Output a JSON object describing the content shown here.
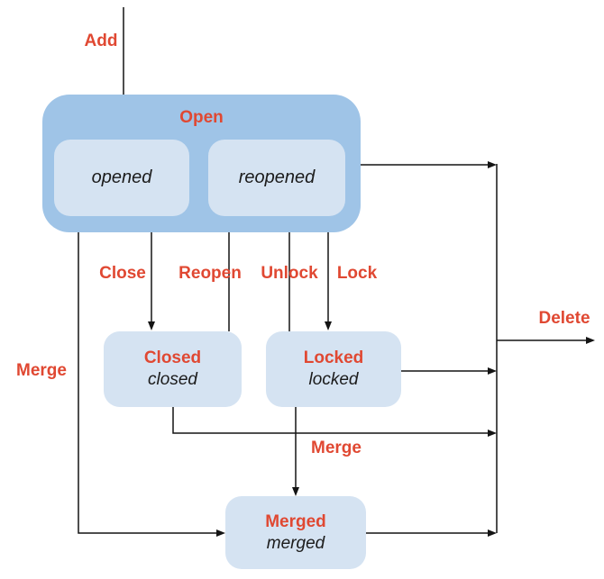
{
  "colors": {
    "group_fill": "#9FC4E7",
    "node_fill": "#D5E3F2",
    "label_red": "#E04832",
    "line": "#141414",
    "text_dark": "#1b1b1b",
    "background": "#ffffff"
  },
  "nodes": {
    "open": {
      "label": "Open",
      "substates": [
        {
          "label": "opened"
        },
        {
          "label": "reopened"
        }
      ]
    },
    "closed": {
      "title": "Closed",
      "substate": "closed"
    },
    "locked": {
      "title": "Locked",
      "substate": "locked"
    },
    "merged": {
      "title": "Merged",
      "substate": "merged"
    }
  },
  "edge_labels": {
    "add": "Add",
    "close": "Close",
    "reopen": "Reopen",
    "unlock": "Unlock",
    "lock": "Lock",
    "merge_left": "Merge",
    "merge_bottom": "Merge",
    "delete": "Delete"
  }
}
